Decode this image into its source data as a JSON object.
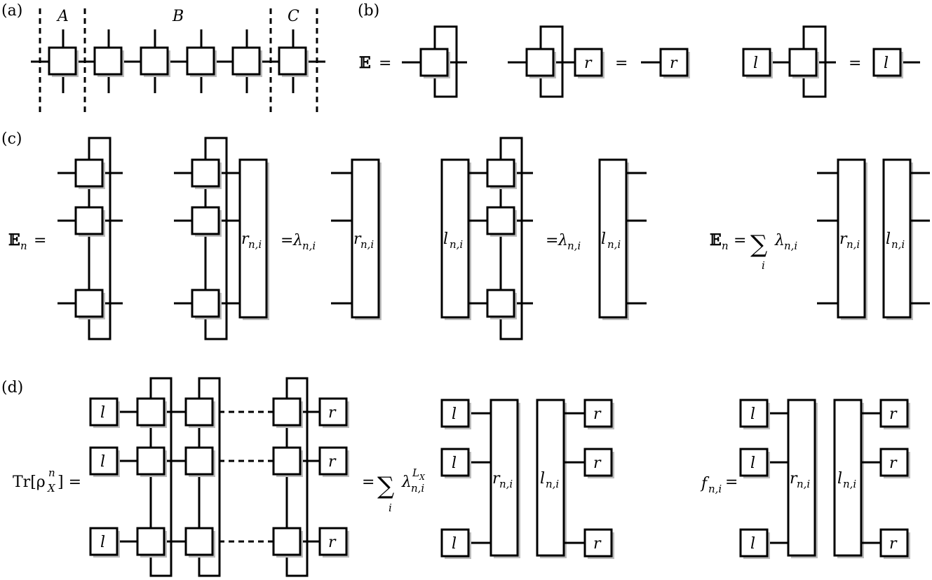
{
  "panels": {
    "a": {
      "label": "(a)",
      "regions": [
        "A",
        "B",
        "C"
      ]
    },
    "b": {
      "label": "(b)",
      "E_symbol": "𝔼",
      "eq": "=",
      "r": "r",
      "l": "l"
    },
    "c": {
      "label": "(c)",
      "En_symbol": "𝔼",
      "En_sub": "n",
      "eq": "=",
      "lambda": "λ",
      "lambda_sub": "n,i",
      "r": "r",
      "r_sub": "n,i",
      "l": "l",
      "l_sub": "n,i",
      "sum": "∑",
      "sum_index": "i"
    },
    "d": {
      "label": "(d)",
      "tr_text": "Tr[ρ",
      "tr_sup": "n",
      "tr_sub": "X",
      "tr_close": "] =",
      "sum": "∑",
      "sum_index": "i",
      "lambda": "λ",
      "lambda_sub": "n,i",
      "lambda_sup": "L",
      "lambda_sup_sub": "X",
      "r": "r",
      "l": "l",
      "r_sub": "n,i",
      "l_sub": "n,i",
      "f": "f",
      "f_sub": "n,i",
      "eq": "="
    }
  }
}
